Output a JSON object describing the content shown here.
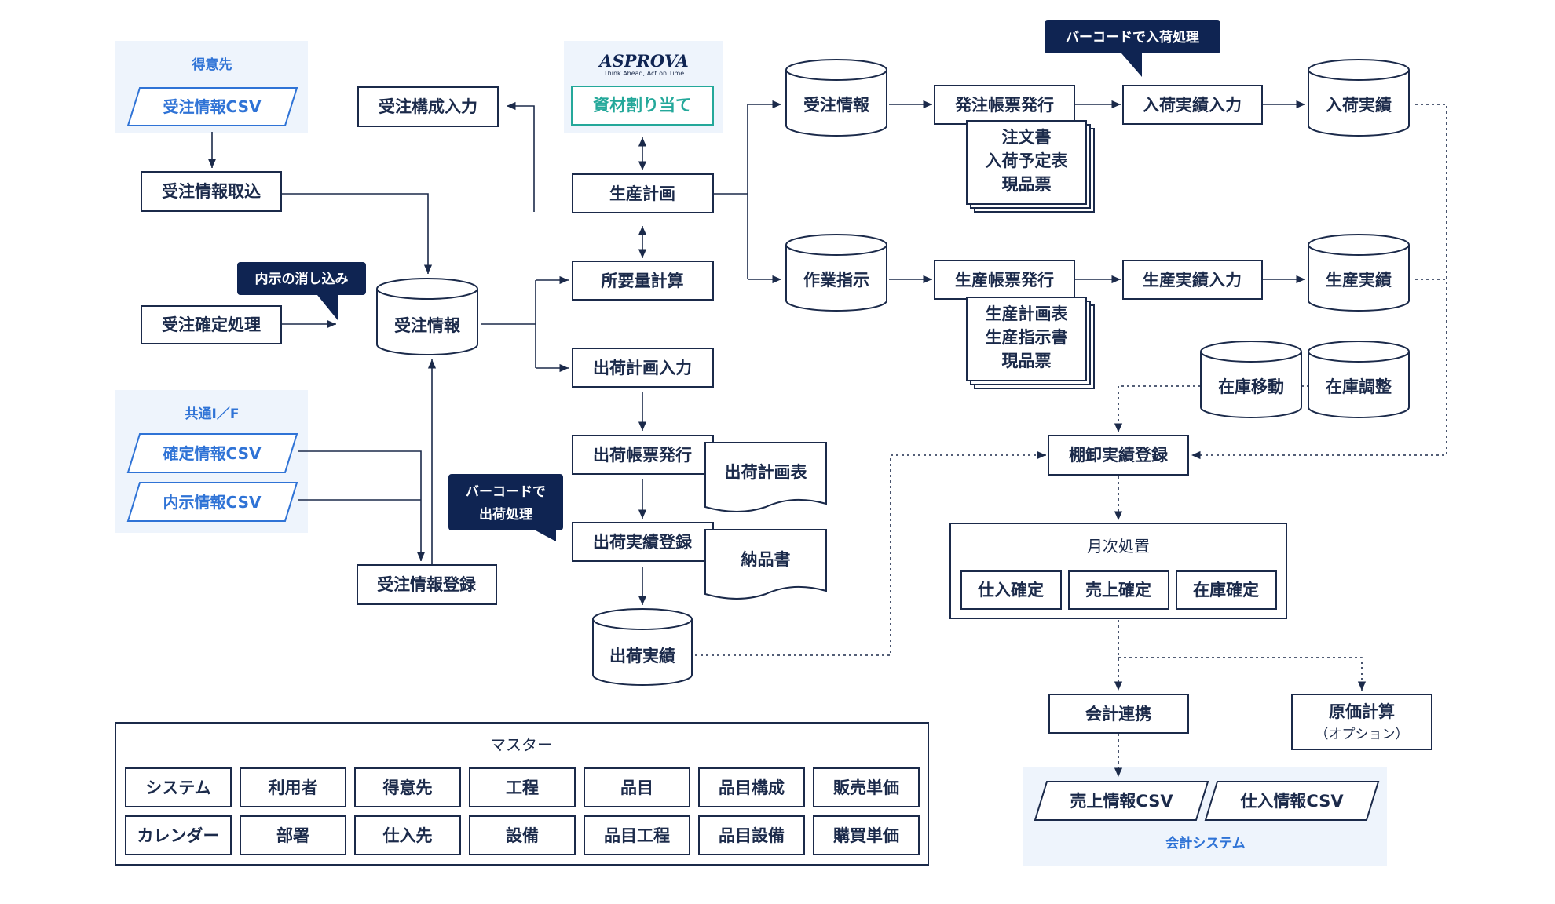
{
  "colors": {
    "ink": "#1b2a4a",
    "blue": "#2f73d6",
    "panel": "#eef4fc",
    "navy": "#0f2452",
    "teal": "#24a89a"
  },
  "customer": {
    "title": "得意先",
    "csv": "受注情報CSV"
  },
  "common_if": {
    "title": "共通I／F",
    "csv1": "確定情報CSV",
    "csv2": "内示情報CSV"
  },
  "aspro": {
    "logo": "ASPROVA",
    "tagline": "Think Ahead, Act on Time",
    "label": "資材割り当て"
  },
  "nodes": {
    "order_import": "受注情報取込",
    "order_confirm": "受注確定処理",
    "order_struct": "受注構成入力",
    "order_info": "受注情報",
    "order_register": "受注情報登録",
    "prod_plan": "生産計画",
    "req_calc": "所要量計算",
    "ship_plan_input": "出荷計画入力",
    "ship_doc_issue": "出荷帳票発行",
    "ship_record_reg": "出荷実績登録",
    "ship_record": "出荷実績",
    "ship_plan_doc": "出荷計画表",
    "delivery_note": "納品書",
    "order_info_db": "受注情報",
    "work_order": "作業指示",
    "po_issue": "発注帳票発行",
    "prod_doc_issue": "生産帳票発行",
    "receive_input": "入荷実績入力",
    "prod_record_input": "生産実績入力",
    "receive_record": "入荷実績",
    "prod_record": "生産実績",
    "stock_move": "在庫移動",
    "stock_adjust": "在庫調整",
    "inventory_reg": "棚卸実績登録",
    "acct_link": "会計連携",
    "cost_calc": "原価計算",
    "cost_calc_opt": "（オプション）"
  },
  "docs1": [
    "注文書",
    "入荷予定表",
    "現品票"
  ],
  "docs2": [
    "生産計画表",
    "生産指示書",
    "現品票"
  ],
  "callouts": {
    "naiji": "内示の消し込み",
    "barcode_in": "バーコードで入荷処理",
    "barcode_ship": [
      "バーコードで",
      "出荷処理"
    ]
  },
  "monthly": {
    "title": "月次処置",
    "items": [
      "仕入確定",
      "売上確定",
      "在庫確定"
    ]
  },
  "acct_system": {
    "title": "会計システム",
    "csv1": "売上情報CSV",
    "csv2": "仕入情報CSV"
  },
  "master": {
    "title": "マスター",
    "row1": [
      "システム",
      "利用者",
      "得意先",
      "工程",
      "品目",
      "品目構成",
      "販売単価"
    ],
    "row2": [
      "カレンダー",
      "部署",
      "仕入先",
      "設備",
      "品目工程",
      "品目設備",
      "購買単価"
    ]
  }
}
